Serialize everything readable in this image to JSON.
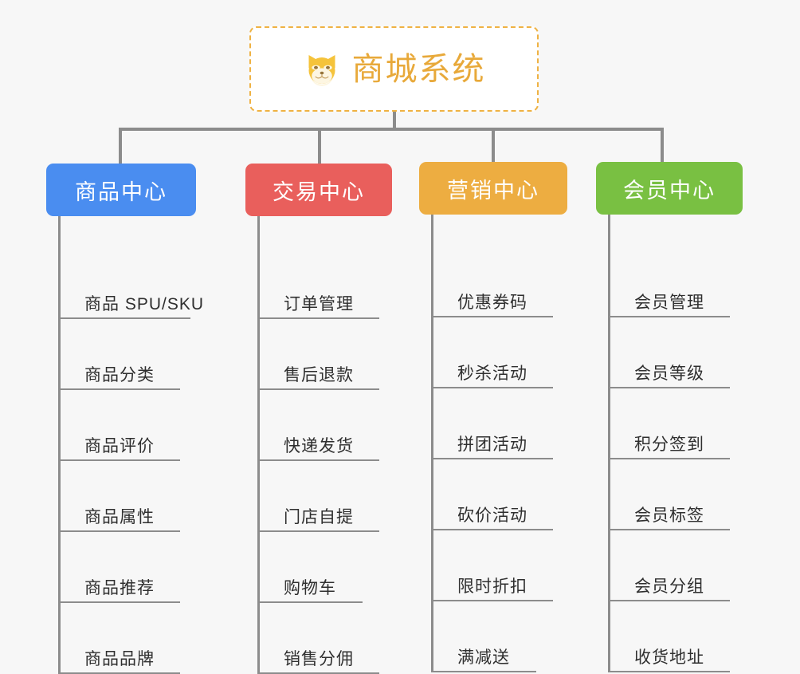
{
  "root": {
    "title": "商城系统",
    "icon": "shiba-inu-icon",
    "border_color": "#efb243",
    "text_color": "#e8a93a",
    "background": "#ffffff"
  },
  "page": {
    "background": "#f7f7f7",
    "connector_color": "#8c8c8c"
  },
  "columns": [
    {
      "header": "商品中心",
      "color": "#4a8df0",
      "items": [
        "商品 SPU/SKU",
        "商品分类",
        "商品评价",
        "商品属性",
        "商品推荐",
        "商品品牌"
      ]
    },
    {
      "header": "交易中心",
      "color": "#e95f5c",
      "items": [
        "订单管理",
        "售后退款",
        "快递发货",
        "门店自提",
        "购物车",
        "销售分佣"
      ]
    },
    {
      "header": "营销中心",
      "color": "#edad41",
      "items": [
        "优惠券码",
        "秒杀活动",
        "拼团活动",
        "砍价活动",
        "限时折扣",
        "满减送"
      ]
    },
    {
      "header": "会员中心",
      "color": "#79c042",
      "items": [
        "会员管理",
        "会员等级",
        "积分签到",
        "会员标签",
        "会员分组",
        "收货地址"
      ]
    }
  ]
}
